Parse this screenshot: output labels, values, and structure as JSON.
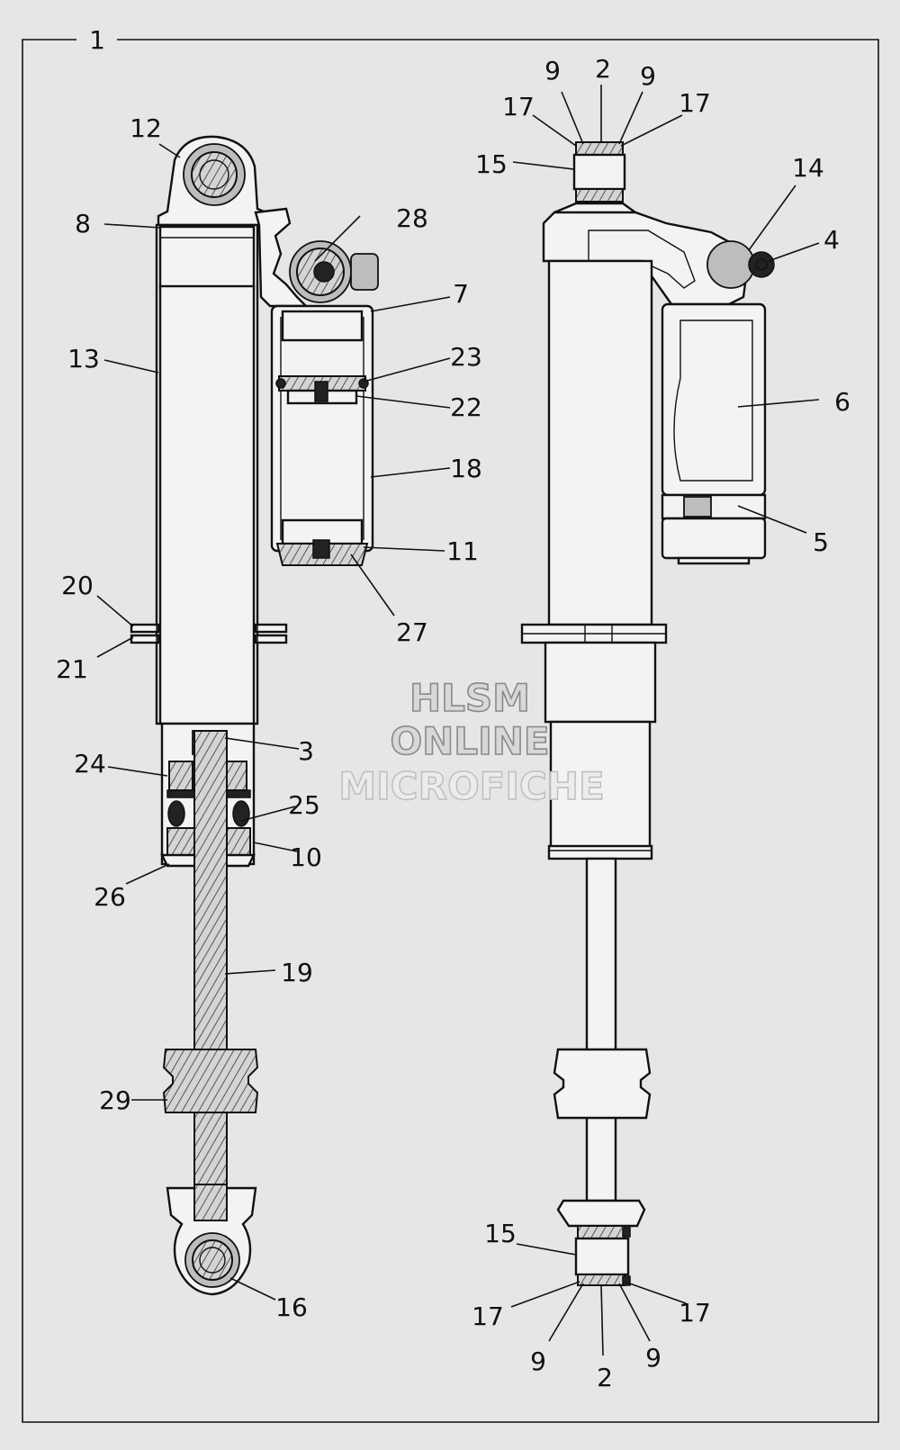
{
  "callouts": [
    {
      "id": "1",
      "text": "1"
    },
    {
      "id": "2",
      "text": "2"
    },
    {
      "id": "3",
      "text": "3"
    },
    {
      "id": "4",
      "text": "4"
    },
    {
      "id": "5",
      "text": "5"
    },
    {
      "id": "6",
      "text": "6"
    },
    {
      "id": "7",
      "text": "7"
    },
    {
      "id": "8",
      "text": "8"
    },
    {
      "id": "9",
      "text": "9"
    },
    {
      "id": "10",
      "text": "10"
    },
    {
      "id": "11",
      "text": "11"
    },
    {
      "id": "12",
      "text": "12"
    },
    {
      "id": "13",
      "text": "13"
    },
    {
      "id": "14",
      "text": "14"
    },
    {
      "id": "15",
      "text": "15"
    },
    {
      "id": "16",
      "text": "16"
    },
    {
      "id": "17",
      "text": "17"
    },
    {
      "id": "18",
      "text": "18"
    },
    {
      "id": "19",
      "text": "19"
    },
    {
      "id": "20",
      "text": "20"
    },
    {
      "id": "21",
      "text": "21"
    },
    {
      "id": "22",
      "text": "22"
    },
    {
      "id": "23",
      "text": "23"
    },
    {
      "id": "24",
      "text": "24"
    },
    {
      "id": "25",
      "text": "25"
    },
    {
      "id": "26",
      "text": "26"
    },
    {
      "id": "27",
      "text": "27"
    },
    {
      "id": "28",
      "text": "28"
    },
    {
      "id": "29",
      "text": "29"
    }
  ],
  "watermark": {
    "line1": "HLSM",
    "line2": "ONLINE",
    "line3": "MICROFICHE"
  },
  "colors": {
    "background": "#e6e6e6",
    "line": "#111111"
  }
}
